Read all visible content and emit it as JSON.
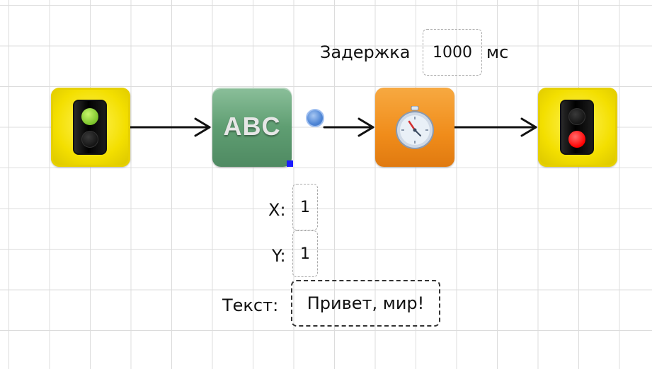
{
  "delay": {
    "label": "Задержка",
    "value": "1000",
    "unit": "мс"
  },
  "text_block": {
    "icon_text": "ABC",
    "x_label": "X:",
    "x_value": "1",
    "y_label": "Y:",
    "y_value": "1",
    "text_label": "Текст:",
    "text_value": "Привет, мир!"
  },
  "blocks": [
    {
      "name": "start",
      "icon": "traffic-light-green-icon"
    },
    {
      "name": "text-output",
      "icon": "abc-icon"
    },
    {
      "name": "delay",
      "icon": "stopwatch-icon"
    },
    {
      "name": "end",
      "icon": "traffic-light-red-icon"
    }
  ],
  "colors": {
    "start_end_block": "#f3df00",
    "text_block": "#5f9e72",
    "timer_block": "#f08c1a",
    "green_lamp": "#7bc32a",
    "red_lamp": "#ff0000",
    "port": "#4f86d6",
    "handle": "#1b1bff"
  }
}
